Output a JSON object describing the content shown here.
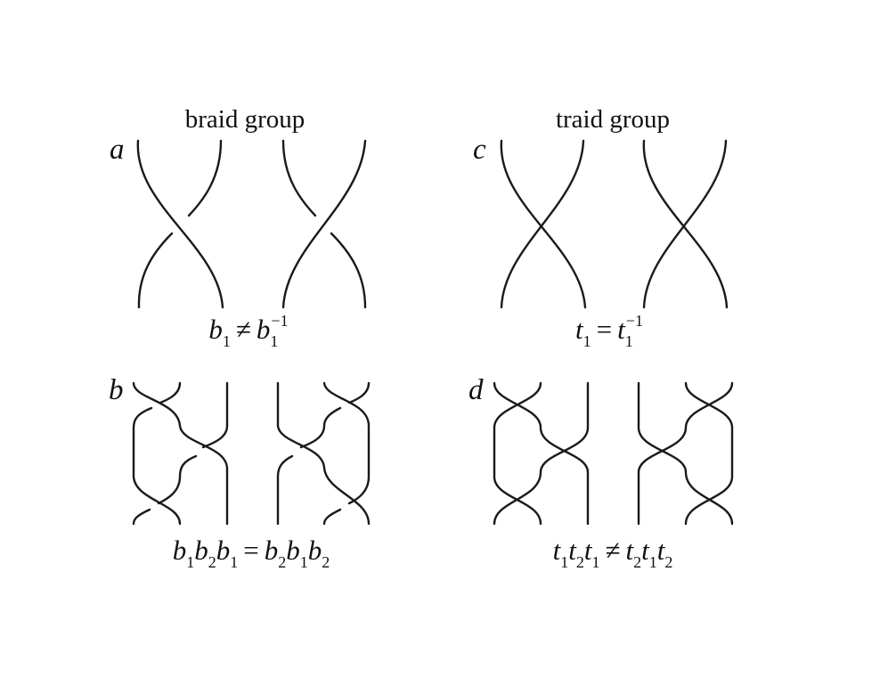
{
  "titles": {
    "left": "braid group",
    "right": "traid group"
  },
  "panel_labels": {
    "a": "a",
    "b": "b",
    "c": "c",
    "d": "d"
  },
  "equations": {
    "a": {
      "lhs_var": "b",
      "lhs_sub": "1",
      "op": "≠",
      "rhs_var": "b",
      "rhs_sub": "1",
      "rhs_sup": "−1"
    },
    "c": {
      "lhs_var": "t",
      "lhs_sub": "1",
      "op": "=",
      "rhs_var": "t",
      "rhs_sub": "1",
      "rhs_sup": "−1"
    },
    "b": {
      "l1": "b",
      "s1": "1",
      "l2": "b",
      "s2": "2",
      "l3": "b",
      "s3": "1",
      "op": "=",
      "r1": "b",
      "rs1": "2",
      "r2": "b",
      "rs2": "1",
      "r3": "b",
      "rs3": "2"
    },
    "d": {
      "l1": "t",
      "s1": "1",
      "l2": "t",
      "s2": "2",
      "l3": "t",
      "s3": "1",
      "op": "≠",
      "r1": "t",
      "rs1": "2",
      "r2": "t",
      "rs2": "1",
      "r3": "t",
      "rs3": "2"
    }
  }
}
